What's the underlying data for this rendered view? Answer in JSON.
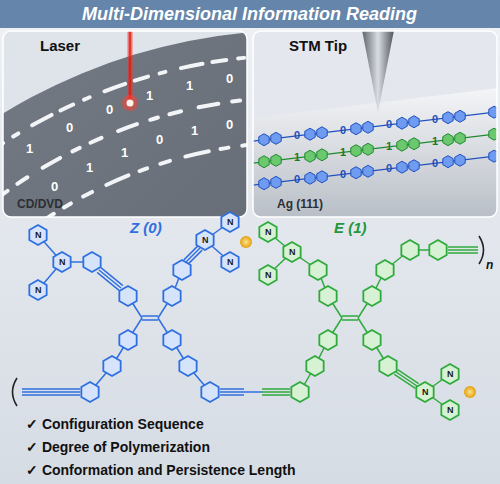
{
  "diagram": {
    "title": "Multi-Dimensional Information Reading",
    "labels": [
      "Laser",
      "STM Tip",
      "CD/DVD",
      "Ag (111)",
      "Z (0)",
      "E (1)",
      "n",
      "✓ Configuration Sequence",
      "✓ Degree of Polymerization",
      "✓ Conformation and Persistence Length",
      "1",
      "0",
      "0",
      "1",
      "1",
      "0",
      "0",
      "1",
      "1",
      "0",
      "1",
      "0",
      "0",
      "0",
      "0",
      "0",
      "1",
      "1",
      "1",
      "1",
      "0",
      "0",
      "0",
      "0",
      "N",
      "N",
      "N",
      "N",
      "N",
      "N",
      "N",
      "N",
      "N",
      "N",
      "N",
      "N"
    ]
  }
}
